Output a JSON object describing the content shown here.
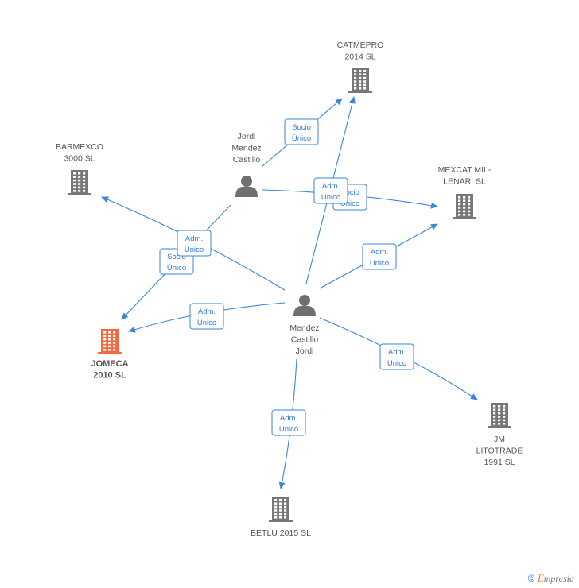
{
  "colors": {
    "edge": "#3a86d8",
    "company": "#777777",
    "focus_company": "#f26a3f",
    "person": "#6f6f6f",
    "label_text": "#555555",
    "box_border": "#3a86d8",
    "box_text": "#2f7bd6"
  },
  "nodes": {
    "catmepro": {
      "label": [
        "CATMEPRO",
        "2014  SL"
      ],
      "kind": "company"
    },
    "barmexco": {
      "label": [
        "BARMEXCO",
        "3000  SL"
      ],
      "kind": "company"
    },
    "mexcat": {
      "label": [
        "MEXCAT MIL-",
        "LENARI  SL"
      ],
      "kind": "company"
    },
    "jomeca": {
      "label": [
        "JOMECA",
        "2010 SL"
      ],
      "kind": "focus_company"
    },
    "jm": {
      "label": [
        "JM",
        "LITOTRADE",
        "1991 SL"
      ],
      "kind": "company"
    },
    "betlu": {
      "label": [
        "BETLU 2015  SL"
      ],
      "kind": "company"
    },
    "jordi_mc": {
      "label": [
        "Jordi",
        "Mendez",
        "Castillo"
      ],
      "kind": "person"
    },
    "mendez_cj": {
      "label": [
        "Mendez",
        "Castillo",
        "Jordi"
      ],
      "kind": "person"
    }
  },
  "edges": {
    "e1": {
      "from": "jordi_mc",
      "to": "catmepro",
      "label": [
        "Socio",
        "Único"
      ]
    },
    "e2": {
      "from": "jordi_mc",
      "to": "mexcat",
      "label": [
        "Socio",
        "Único"
      ]
    },
    "e3": {
      "from": "jordi_mc",
      "to": "jomeca",
      "label": [
        "Socio",
        "Único"
      ]
    },
    "e4": {
      "from": "mendez_cj",
      "to": "barmexco",
      "label": [
        "Adm.",
        "Unico"
      ]
    },
    "e5": {
      "from": "mendez_cj",
      "to": "catmepro",
      "label": [
        "Adm.",
        "Unico"
      ]
    },
    "e6": {
      "from": "mendez_cj",
      "to": "mexcat",
      "label": [
        "Adm.",
        "Unico"
      ]
    },
    "e7": {
      "from": "mendez_cj",
      "to": "jomeca",
      "label": [
        "Adm.",
        "Unico"
      ]
    },
    "e8": {
      "from": "mendez_cj",
      "to": "jm",
      "label": [
        "Adm.",
        "Unico"
      ]
    },
    "e9": {
      "from": "mendez_cj",
      "to": "betlu",
      "label": [
        "Adm.",
        "Unico"
      ]
    }
  },
  "footer": {
    "copyright": "©",
    "brand_first": "E",
    "brand_rest": "mpresia"
  }
}
